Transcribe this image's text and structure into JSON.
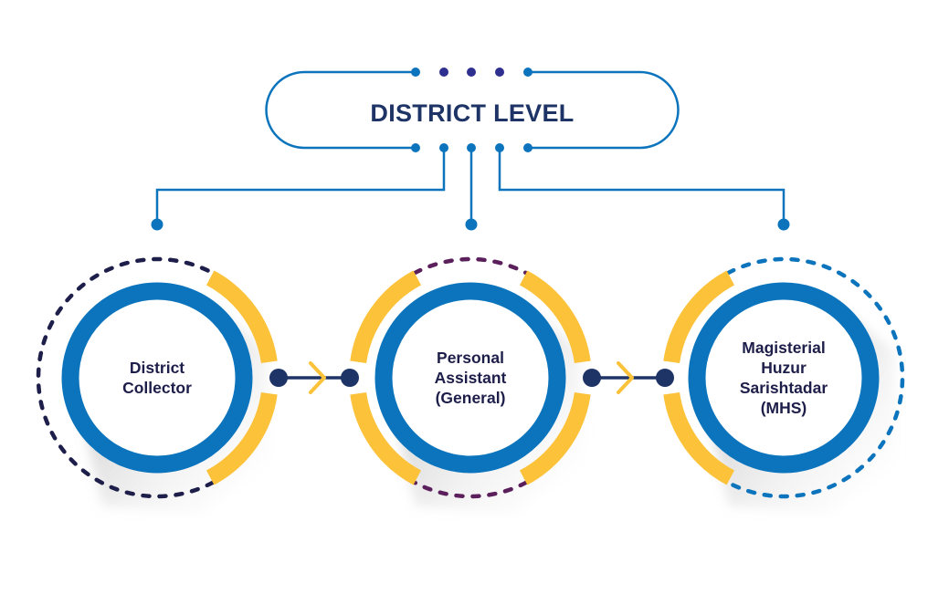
{
  "header": {
    "title": "DISTRICT LEVEL"
  },
  "colors": {
    "primary_blue": "#0b74bd",
    "navy": "#1f3466",
    "dot_purple": "#2e2f8f",
    "yellow": "#fbc23a",
    "dark_dash": "#1e1e4a",
    "purple_dash": "#5b1f5c",
    "blue_dash": "#0b74bd"
  },
  "nodes": [
    {
      "id": "district-collector",
      "lines": [
        "District",
        "Collector"
      ],
      "dash_color": "#1e1e4a"
    },
    {
      "id": "personal-assistant",
      "lines": [
        "Personal",
        "Assistant",
        "(General)"
      ],
      "dash_color": "#5b1f5c"
    },
    {
      "id": "mhs",
      "lines": [
        "Magisterial",
        "Huzur",
        "Sarishtadar",
        "(MHS)"
      ],
      "dash_color": "#0b74bd"
    }
  ],
  "icons": {
    "flow_arrow": "chevron-right-icon"
  }
}
